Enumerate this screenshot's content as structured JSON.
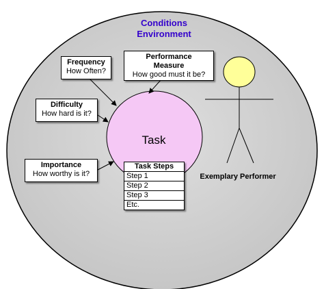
{
  "environment": {
    "title_line1": "Conditions",
    "title_line2": "Environment",
    "title_color": "#3300cc",
    "fill_color": "#d0d0d0"
  },
  "task": {
    "label": "Task",
    "fill_color": "#f5c8f5"
  },
  "factors": {
    "frequency": {
      "heading": "Frequency",
      "question": "How Often?"
    },
    "performance": {
      "heading_line1": "Performance",
      "heading_line2": "Measure",
      "question": "How good must it be?"
    },
    "difficulty": {
      "heading": "Difficulty",
      "question": "How hard is it?"
    },
    "importance": {
      "heading": "Importance",
      "question": "How worthy is it?"
    }
  },
  "task_steps": {
    "heading": "Task Steps",
    "rows": [
      "Step 1",
      "Step 2",
      "Step 3",
      "Etc."
    ]
  },
  "performer": {
    "label": "Exemplary Performer",
    "head_color": "#ffff99"
  }
}
